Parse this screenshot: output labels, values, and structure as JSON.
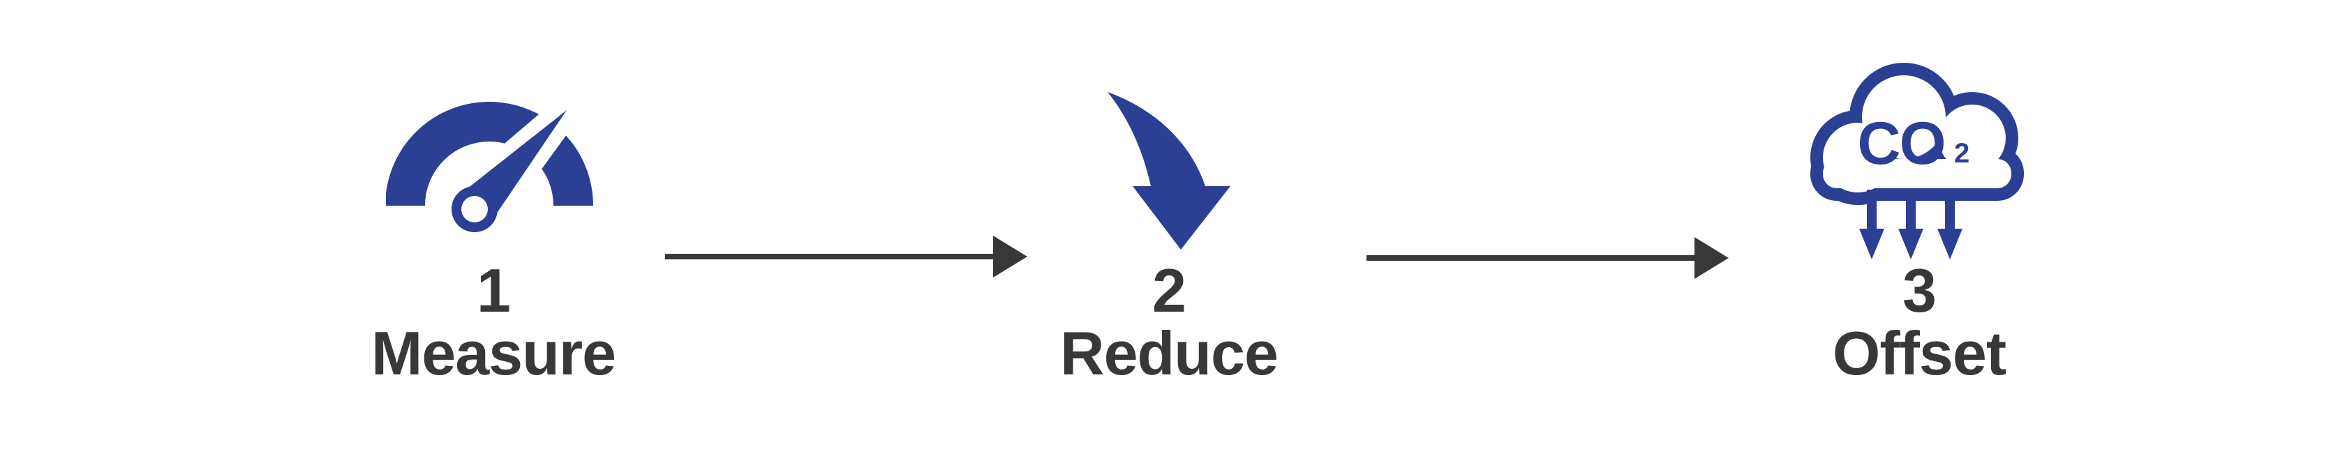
{
  "diagram": {
    "type": "process-flow",
    "direction": "left-to-right",
    "steps": [
      {
        "number": "1",
        "label": "Measure",
        "icon": "gauge-icon"
      },
      {
        "number": "2",
        "label": "Reduce",
        "icon": "curved-down-arrow-icon"
      },
      {
        "number": "3",
        "label": "Offset",
        "icon": "co2-cloud-icon",
        "icon_text": "CO",
        "icon_subscript": "2"
      }
    ],
    "connectors": [
      {
        "from": "Measure",
        "to": "Reduce",
        "icon": "right-arrow-icon"
      },
      {
        "from": "Reduce",
        "to": "Offset",
        "icon": "right-arrow-icon"
      }
    ]
  },
  "colors": {
    "accent_blue": "#2B3F94",
    "text_dark": "#383838",
    "background": "#FFFFFF"
  }
}
